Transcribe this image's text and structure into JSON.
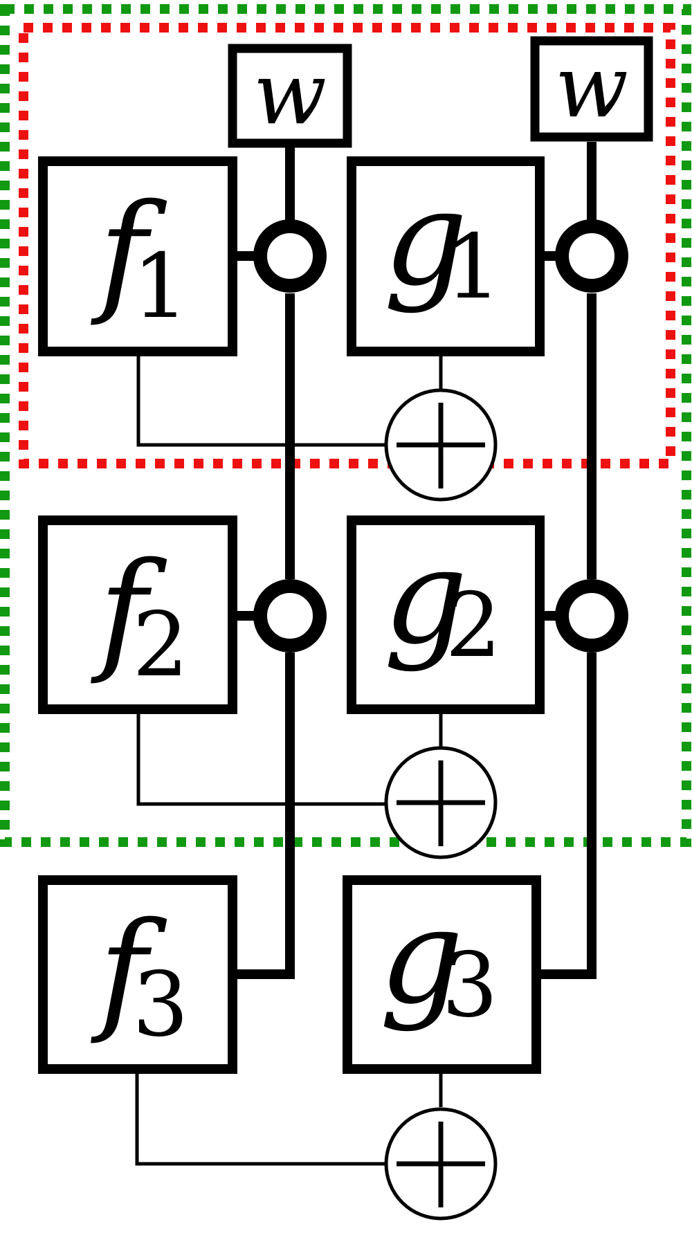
{
  "regions": [
    {
      "id": "outer",
      "color": "#119911"
    },
    {
      "id": "inner",
      "color": "#ee1111"
    }
  ],
  "inputs": [
    {
      "id": "w-left",
      "label": "w"
    },
    {
      "id": "w-right",
      "label": "w"
    }
  ],
  "left_column": [
    {
      "id": "f1",
      "symbol": "f",
      "index": "1"
    },
    {
      "id": "f2",
      "symbol": "f",
      "index": "2"
    },
    {
      "id": "f3",
      "symbol": "f",
      "index": "3"
    }
  ],
  "right_column": [
    {
      "id": "g1",
      "symbol": "g",
      "index": "1"
    },
    {
      "id": "g2",
      "symbol": "g",
      "index": "2"
    },
    {
      "id": "g3",
      "symbol": "g",
      "index": "3"
    }
  ],
  "sum_nodes": [
    {
      "id": "sum1",
      "symbol": "plus"
    },
    {
      "id": "sum2",
      "symbol": "plus"
    },
    {
      "id": "sum3",
      "symbol": "plus"
    }
  ],
  "copy_nodes": [
    {
      "id": "copy-left-1"
    },
    {
      "id": "copy-right-1"
    },
    {
      "id": "copy-left-2"
    },
    {
      "id": "copy-right-2"
    }
  ]
}
